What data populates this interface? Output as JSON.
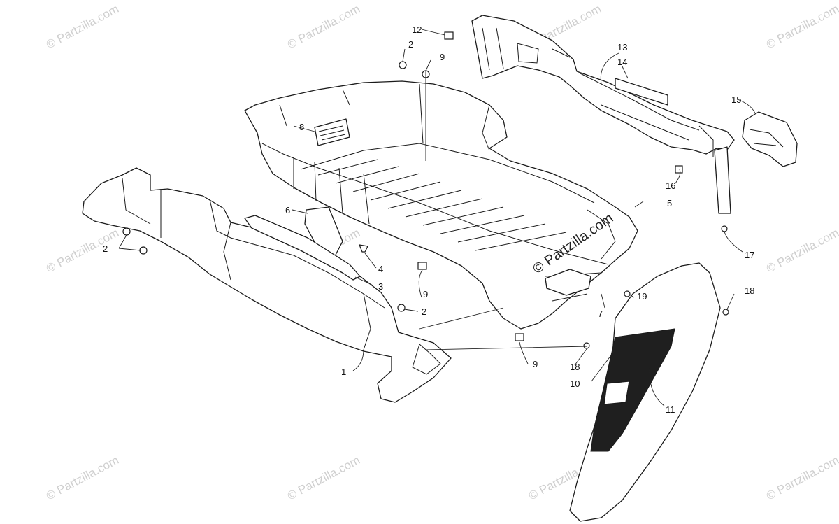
{
  "watermark": {
    "text": "© Partzilla.com",
    "center_text": "© Partzilla.com"
  },
  "callouts": [
    {
      "id": "c1",
      "label": "1"
    },
    {
      "id": "c2a",
      "label": "2"
    },
    {
      "id": "c2b",
      "label": "2"
    },
    {
      "id": "c2c",
      "label": "2"
    },
    {
      "id": "c3",
      "label": "3"
    },
    {
      "id": "c4",
      "label": "4"
    },
    {
      "id": "c5",
      "label": "5"
    },
    {
      "id": "c6",
      "label": "6"
    },
    {
      "id": "c7",
      "label": "7"
    },
    {
      "id": "c8",
      "label": "8"
    },
    {
      "id": "c9a",
      "label": "9"
    },
    {
      "id": "c9b",
      "label": "9"
    },
    {
      "id": "c9c",
      "label": "9"
    },
    {
      "id": "c10",
      "label": "10"
    },
    {
      "id": "c11",
      "label": "11"
    },
    {
      "id": "c12",
      "label": "12"
    },
    {
      "id": "c13",
      "label": "13"
    },
    {
      "id": "c14",
      "label": "14"
    },
    {
      "id": "c15",
      "label": "15"
    },
    {
      "id": "c16",
      "label": "16"
    },
    {
      "id": "c17",
      "label": "17"
    },
    {
      "id": "c18a",
      "label": "18"
    },
    {
      "id": "c18b",
      "label": "18"
    },
    {
      "id": "c19",
      "label": "19"
    }
  ]
}
